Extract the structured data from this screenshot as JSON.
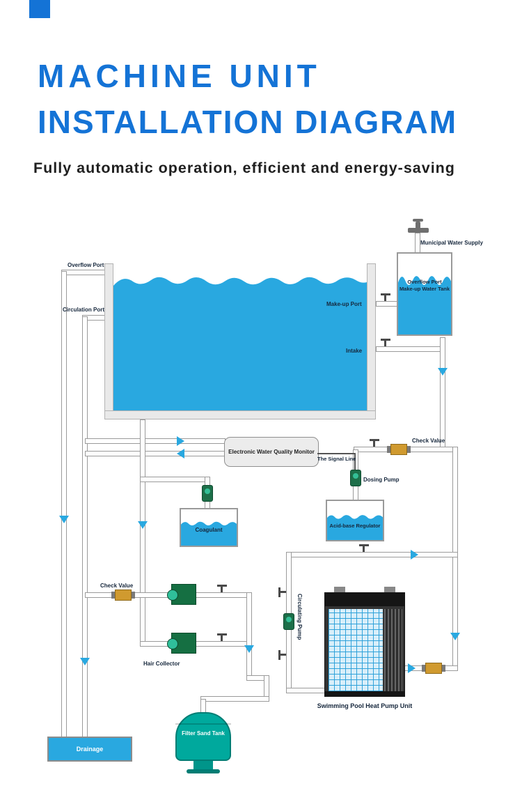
{
  "header": {
    "title_line1": "MACHINE UNIT",
    "title_line2": "INSTALLATION DIAGRAM",
    "subtitle": "Fully automatic operation, efficient and energy-saving"
  },
  "colors": {
    "title_blue": "#1473d6",
    "water_blue": "#29a8e0",
    "tank_teal": "#00a99d",
    "pump_green": "#1d6f49",
    "check_valve_gold": "#d09a2f",
    "arrow_blue": "#29a8e0"
  },
  "diagram": {
    "municipal_water_supply_label": "Municipal Water Supply",
    "makeup_tank": {
      "overflow_port_label": "Overflow Port",
      "name_label": "Make-up Water Tank"
    },
    "pool": {
      "overflow_port_label": "Overflow Port",
      "circulation_port_label": "Circulation Port",
      "makeup_port_label": "Make-up Port",
      "intake_label": "Intake"
    },
    "monitor_label": "Electronic Water Quality Monitor",
    "signal_line_label": "The Signal Line",
    "check_valve_right_label": "Check Value",
    "dosing_pump_label": "Dosing Pump",
    "coagulant_label": "Coagulant",
    "acid_base_regulator_label": "Acid-base Regulator",
    "check_valve_left_label": "Check Value",
    "hair_collector_label": "Hair Collector",
    "circulating_pump_label": "Circulating Pump",
    "heat_pump_label": "Swimming Pool Heat Pump Unit",
    "filter_sand_tank_label": "Filter Sand Tank",
    "drainage_label": "Drainage"
  }
}
